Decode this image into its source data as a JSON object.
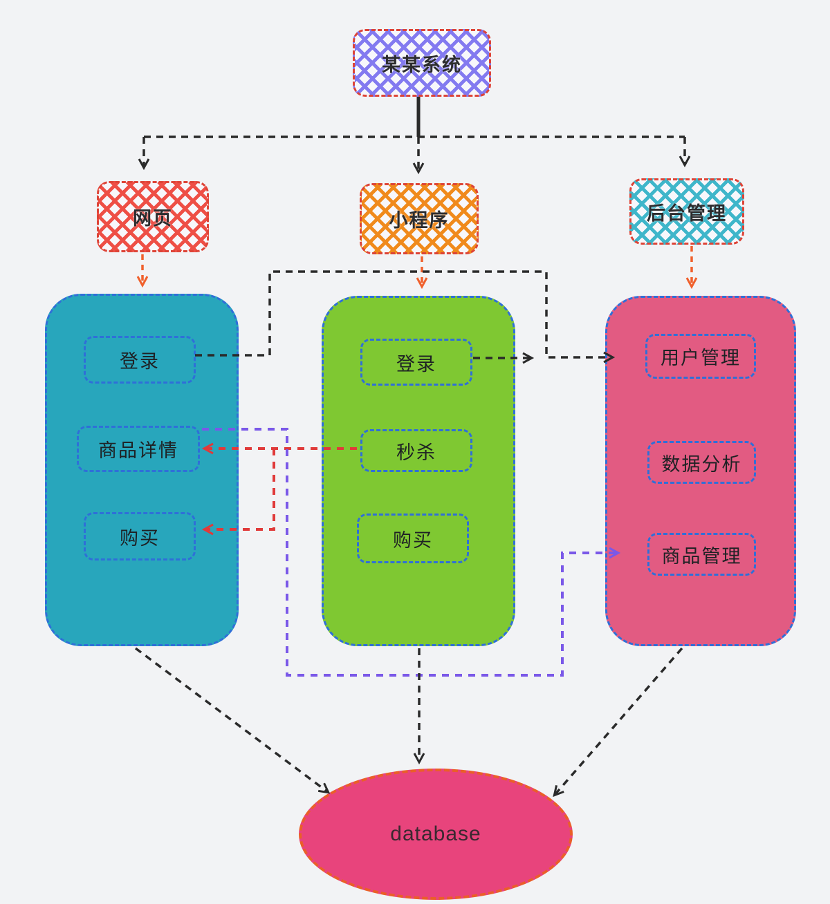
{
  "diagram": {
    "root": {
      "label": "某某系统"
    },
    "channels": [
      {
        "id": "web",
        "label": "网页"
      },
      {
        "id": "miniprogram",
        "label": "小程序"
      },
      {
        "id": "admin",
        "label": "后台管理"
      }
    ],
    "groups": {
      "web": {
        "items": [
          "登录",
          "商品详情",
          "购买"
        ]
      },
      "miniprogram": {
        "items": [
          "登录",
          "秒杀",
          "购买"
        ]
      },
      "admin": {
        "items": [
          "用户管理",
          "数据分析",
          "商品管理"
        ]
      }
    },
    "database": {
      "label": "database"
    }
  },
  "colors": {
    "background": "#f2f3f5",
    "system_hatch": "#837af0",
    "web_hatch": "#ee4f46",
    "miniprogram_hatch": "#f08a1c",
    "admin_hatch": "#3fb6ca",
    "red_border": "#dd4437",
    "inner_border": "#2f6fd8",
    "container_web": "#28a6bc",
    "container_mini": "#7fc832",
    "container_admin": "#e25b82",
    "database_fill": "#e8447c",
    "database_border": "#ea5f28",
    "arrow_black": "#2a2a2a",
    "arrow_orange": "#f0602c",
    "arrow_red": "#e03a3a",
    "arrow_purple": "#7a58e8"
  }
}
